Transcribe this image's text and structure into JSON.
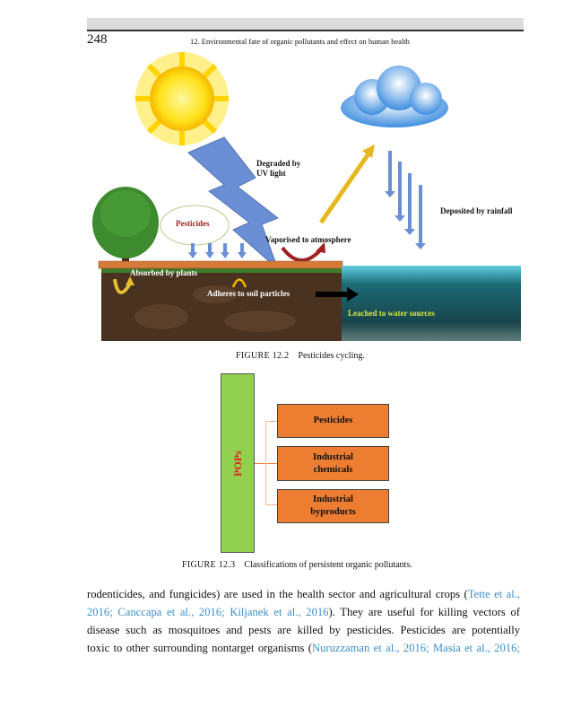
{
  "header": {
    "page_number": "248",
    "running_head": "12. Environmental fate of organic pollutants and effect on human health"
  },
  "figure_12_2": {
    "labels": {
      "degraded": "Degraded by\nUV light",
      "degraded_l1": "Degraded by",
      "degraded_l2": "UV light",
      "pesticides": "Pesticides",
      "vaporised": "Vaporised to atmosphere",
      "deposited": "Deposited by rainfall",
      "absorbed": "Absorbed by plants",
      "adheres": "Adheres to soil particles",
      "leached": "Leached to water sources"
    },
    "caption_number": "FIGURE 12.2",
    "caption_text": "Pesticides cycling.",
    "colors": {
      "sky_arrow": "#6b8fd4",
      "soil": "#4a3220",
      "water": "#1f5b63",
      "leached_text": "#d8e83a",
      "pesticide_text": "#a02020"
    }
  },
  "figure_12_3": {
    "root": "POPs",
    "children": [
      {
        "l1": "Pesticides",
        "l2": ""
      },
      {
        "l1": "Industrial",
        "l2": "chemicals"
      },
      {
        "l1": "Industrial",
        "l2": "byproducts"
      }
    ],
    "caption_number": "FIGURE 12.3",
    "caption_text": "Classifications of persistent organic pollutants.",
    "colors": {
      "root": "#92d050",
      "child": "#ed7d31",
      "root_text": "#e02020"
    }
  },
  "body": {
    "l1_a": "rodenticides, and fungicides) are used in the health sector and agricultural crops (",
    "l1_link": "Tette et al.,",
    "l2_link": "2016; Canccapa et al., 2016; Kiljanek et al., 2016",
    "l2_b": "). They are useful for killing vectors of",
    "l3": "disease such as mosquitoes and pests are killed by pesticides. Pesticides are potentially",
    "l4_a": "toxic to other surrounding nontarget organisms (",
    "l4_link": "Nuruzzaman et al., 2016; Masia et al., 2016;"
  }
}
